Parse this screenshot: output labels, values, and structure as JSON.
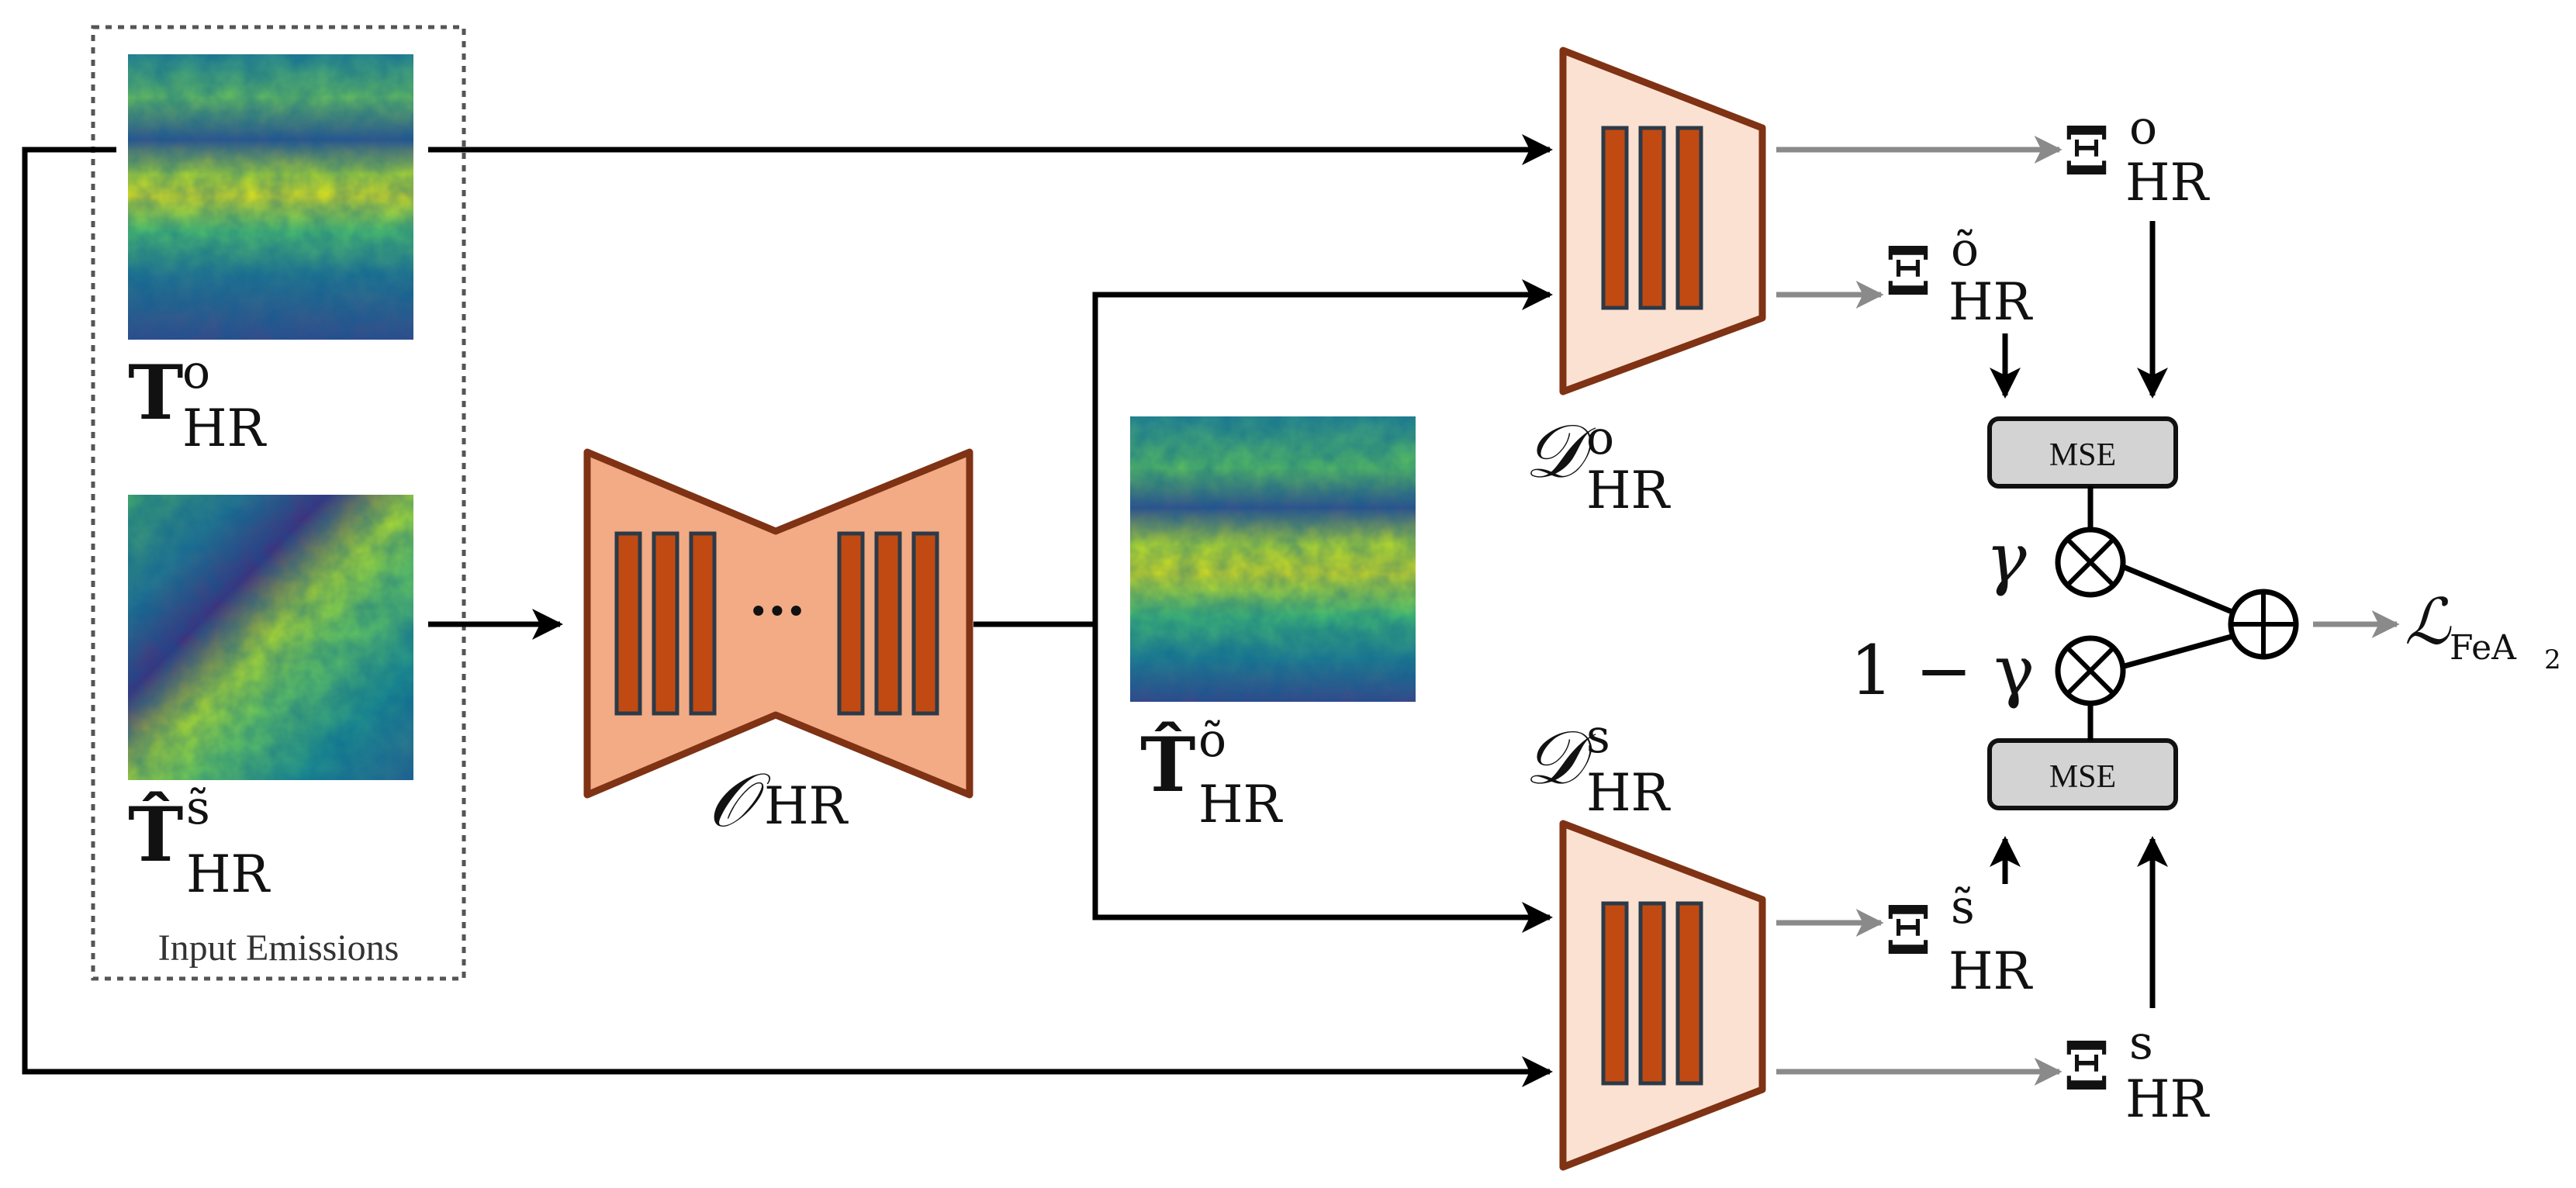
{
  "input_group": {
    "label": "Input Emissions"
  },
  "labels": {
    "t_hr_o": {
      "base": "T",
      "sup": "o",
      "sub": "HR"
    },
    "t_hat_hr_s": {
      "base": "T̂",
      "sup": "s̃",
      "sub": "HR"
    },
    "o_hr": {
      "base": "𝒪",
      "sub": "HR"
    },
    "t_hat_hr_o": {
      "base": "T̂",
      "sup": "õ",
      "sub": "HR"
    },
    "d_hr_o": {
      "base": "𝒟",
      "sup": "o",
      "sub": "HR"
    },
    "d_hr_s": {
      "base": "𝒟",
      "sup": "s",
      "sub": "HR"
    },
    "xi_hr_o": {
      "base": "Ξ",
      "sup": "o",
      "sub": "HR"
    },
    "xi_hr_o_tilde": {
      "base": "Ξ",
      "sup": "õ",
      "sub": "HR"
    },
    "xi_hr_s_tilde": {
      "base": "Ξ",
      "sup": "s̃",
      "sub": "HR"
    },
    "xi_hr_s": {
      "base": "Ξ",
      "sup": "s",
      "sub": "HR"
    },
    "gamma": "γ",
    "one_minus_gamma": "1 − γ",
    "loss": {
      "base": "ℒ",
      "sub": "FeA",
      "sub2": "2"
    }
  },
  "mse_top": "MSE",
  "mse_bottom": "MSE",
  "ellipsis": "···",
  "colors": {
    "encoder_fill": "#f2ab84",
    "decoder_fill": "#fbe1d1",
    "border_brown": "#7f3214",
    "bar_fill": "#c14a12",
    "bar_stroke": "#2b3a48",
    "arrow_black": "#000000",
    "arrow_gray": "#8a8a8a",
    "mse_fill": "#d3d3d3"
  }
}
